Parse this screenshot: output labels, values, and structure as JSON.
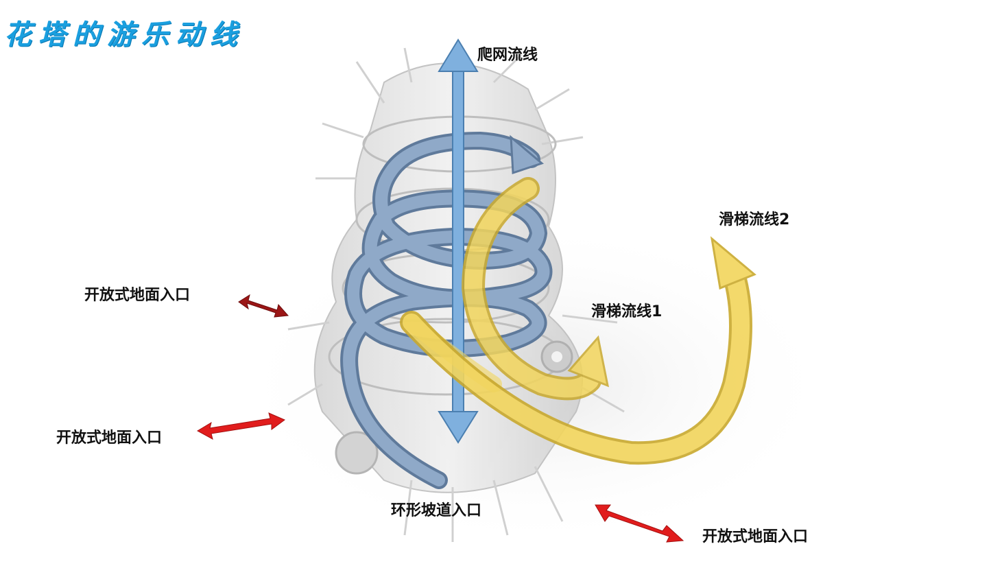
{
  "title": "花塔的游乐动线",
  "labels": {
    "climb_net": "爬网流线",
    "slide_2": "滑梯流线2",
    "slide_1": "滑梯流线1",
    "ground_entry_1": "开放式地面入口",
    "ground_entry_2": "开放式地面入口",
    "ramp_entry": "环形坡道入口",
    "ground_entry_3": "开放式地面入口"
  },
  "colors": {
    "title": "#1a9fdf",
    "climb_arrow": "#6fa4d6",
    "ramp_spiral": "#7f9bbd",
    "slide_arrow": "#f2d55c",
    "entry_arrow_dark": "#9b1616",
    "entry_arrow": "#e11d1d"
  }
}
